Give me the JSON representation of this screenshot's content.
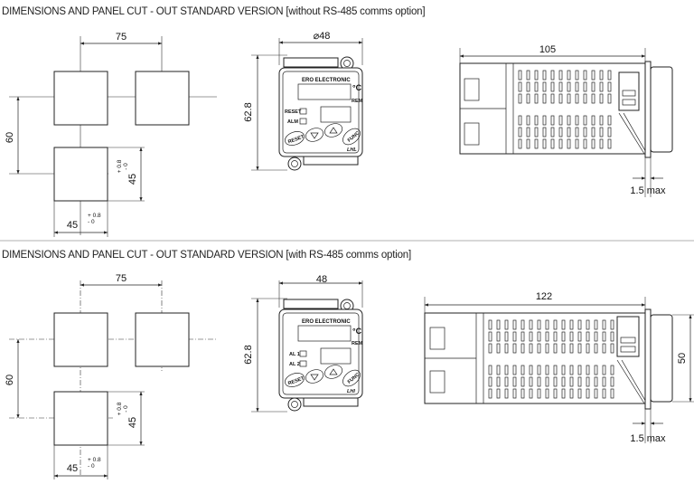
{
  "sections": [
    {
      "title": "DIMENSIONS AND PANEL CUT - OUT STANDARD VERSION [without RS-485 comms option]",
      "cutout": {
        "width_label": "75",
        "height_label": "60",
        "hole_w_label": "45",
        "hole_h_label": "45",
        "tol_plus": "+ 0.8",
        "tol_minus": "- 0"
      },
      "front": {
        "width_label": "⌀48",
        "height_label": "62.8",
        "brand": "ERO ELECTRONIC",
        "unit": "°C",
        "rem": "REM",
        "led1": "RESET",
        "led2": "ALM",
        "btn_reset": "RESET",
        "btn_func": "FUNC",
        "model": "LHL"
      },
      "side": {
        "depth_label": "105",
        "panel_label": "1.5 max"
      }
    },
    {
      "title": "DIMENSIONS AND PANEL CUT - OUT STANDARD VERSION [with RS-485 comms option]",
      "cutout": {
        "width_label": "75",
        "height_label": "60",
        "hole_w_label": "45",
        "hole_h_label": "45",
        "tol_plus": "+ 0.8",
        "tol_minus": "- 0"
      },
      "front": {
        "width_label": "48",
        "height_label": "62.8",
        "brand": "ERO ELECTRONIC",
        "unit": "°C",
        "rem": "REM",
        "led1": "AL 1",
        "led2": "AL 2",
        "btn_reset": "RESET",
        "btn_func": "FUNC",
        "model": "LHI"
      },
      "side": {
        "depth_label": "122",
        "height_label": "50",
        "panel_label": "1.5 max"
      }
    }
  ]
}
